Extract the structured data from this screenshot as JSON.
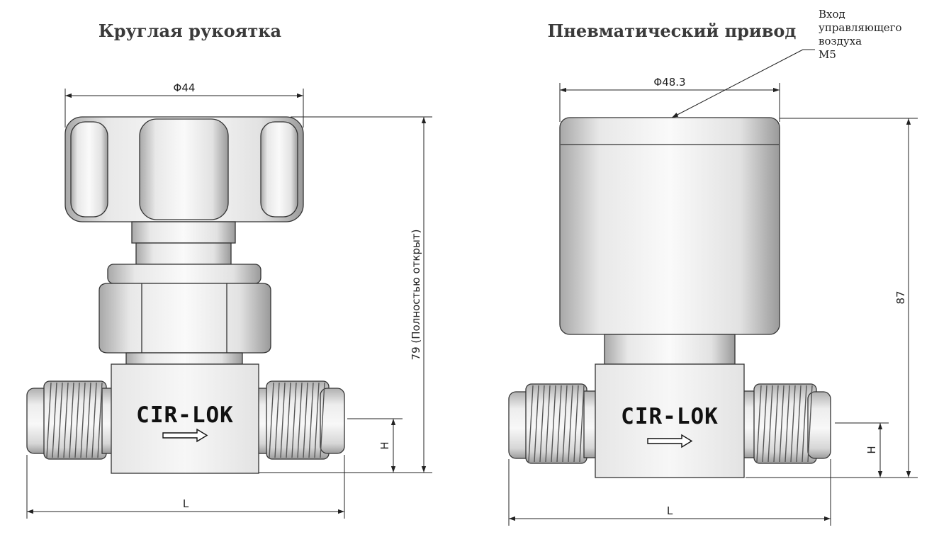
{
  "left_view": {
    "title": "Круглая рукоятка",
    "dim_diameter": "Φ44",
    "dim_height": "79 (Полностью открыт)",
    "dim_h": "H",
    "dim_l": "L",
    "brand": "CIR-LOK"
  },
  "right_view": {
    "title": "Пневматический привод",
    "dim_diameter": "Φ48.3",
    "dim_height": "87",
    "dim_h": "H",
    "dim_l": "L",
    "brand": "CIR-LOK",
    "air_inlet_note": [
      "Вход",
      "управляющего",
      "воздуха",
      "M5"
    ]
  },
  "colors": {
    "metal_light": "#f4f4f4",
    "metal_mid": "#c9c9c9",
    "metal_dark": "#8c8c8c",
    "line": "#222222"
  }
}
